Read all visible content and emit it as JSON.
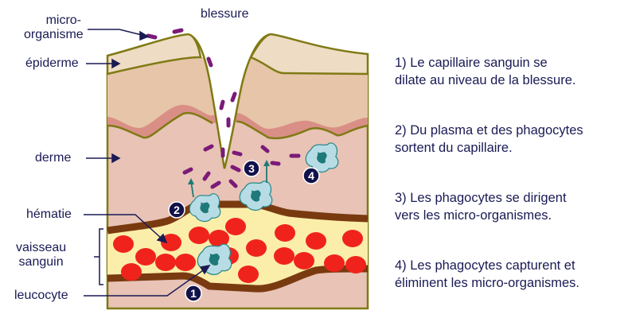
{
  "labels": {
    "micro_organisme": "micro-\norganisme",
    "blessure": "blessure",
    "epiderme": "épiderme",
    "derme": "derme",
    "hematie": "hématie",
    "vaisseau": "vaisseau\nsanguin",
    "leucocyte": "leucocyte"
  },
  "markers": [
    "1",
    "2",
    "3",
    "4"
  ],
  "steps": [
    "1) Le capillaire sanguin se\ndilate au niveau de la blessure.",
    "2) Du plasma et des phagocytes\nsortent du capillaire.",
    "3) Les phagocytes se dirigent\nvers les micro-organismes.",
    "4) Les phagocytes capturent et\néliminent les micro-organismes."
  ],
  "colors": {
    "epidermis": "#efdcc4",
    "dermis_upper": "#e7c5a8",
    "dermis": "#e8c3b6",
    "pink_layer": "#d98f86",
    "outline": "#7f7a14",
    "vessel_wall": "#7a3a10",
    "plasma": "#fbeeaa",
    "rbc": "#f0231c",
    "phagocyte": "#b8dce6",
    "nucleus": "#1e7a78",
    "microbe": "#7b1a78",
    "text": "#1a1a55"
  }
}
